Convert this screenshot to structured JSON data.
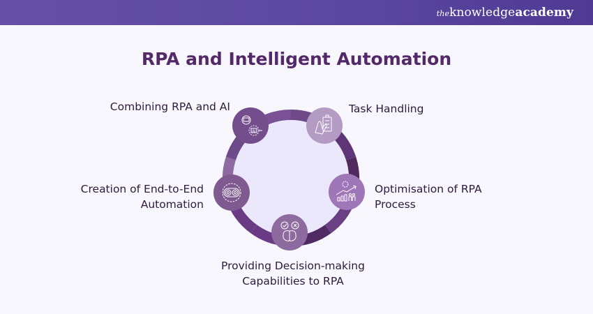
{
  "header": {
    "brand_prefix": "the",
    "brand_main": "knowledge",
    "brand_bold": "academy"
  },
  "title": "RPA and Intelligent Automation",
  "items": [
    {
      "label_line1": "Combining RPA and AI",
      "label_line2": "",
      "icon": "gear-ai-robot-icon",
      "color": "#744e8c"
    },
    {
      "label_line1": "Task Handling",
      "label_line2": "",
      "icon": "hand-clipboard-icon",
      "color": "#b49bc4"
    },
    {
      "label_line1": "Optimisation of RPA",
      "label_line2": "Process",
      "icon": "growth-chart-team-icon",
      "color": "#9f76b7"
    },
    {
      "label_line1": "Providing Decision-making",
      "label_line2": "Capabilities to RPA",
      "icon": "brain-decision-icon",
      "color": "#8e6b9f"
    },
    {
      "label_line1": "Creation of End-to-End",
      "label_line2": "Automation",
      "icon": "automation-cycle-gear-icon",
      "color": "#7f5a91"
    }
  ],
  "colors": {
    "ring_segments": [
      "#6e4a88",
      "#5e3576",
      "#50295f",
      "#6a3f83",
      "#4f2a63",
      "#6a3a86",
      "#6b3a85",
      "#8d6aa0",
      "#6d4b8a",
      "#7b5196"
    ],
    "inner_fill": "#ebe8fb",
    "title": "#54296a"
  }
}
